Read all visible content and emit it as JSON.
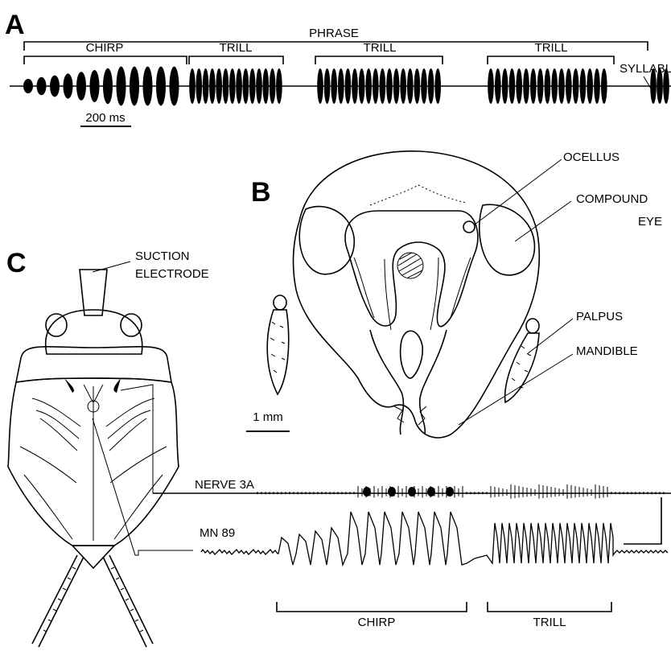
{
  "panels": {
    "a": "A",
    "b": "B",
    "c": "C"
  },
  "panel_a": {
    "phrase_label": "PHRASE",
    "chirp_label": "CHIRP",
    "trill_label_1": "TRILL",
    "trill_label_2": "TRILL",
    "trill_label_3": "TRILL",
    "syllable_label": "SYLLABLE",
    "scale_label": "200 ms"
  },
  "panel_b": {
    "ocellus_label": "OCELLUS",
    "compound_label": "COMPOUND",
    "eye_label": "EYE",
    "palpus_label": "PALPUS",
    "mandible_label": "MANDIBLE",
    "scale_label": "1 mm"
  },
  "panel_c": {
    "suction_label": "SUCTION",
    "electrode_label": "ELECTRODE",
    "nerve_label": "NERVE 3A",
    "mn_label": "MN 89",
    "chirp_label": "CHIRP",
    "trill_label": "TRILL"
  }
}
